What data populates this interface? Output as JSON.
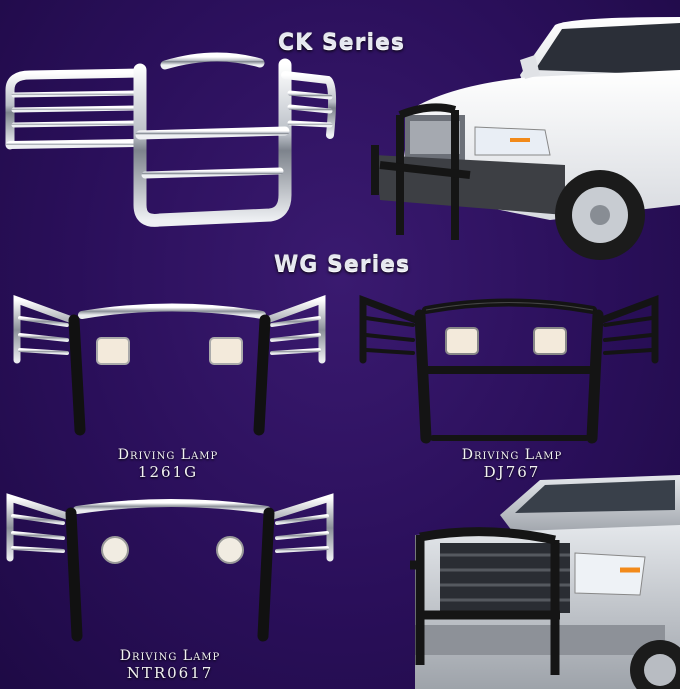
{
  "series": [
    {
      "label": "CK Series"
    },
    {
      "label": "WG Series"
    }
  ],
  "products": [
    {
      "name": "Driving Lamp",
      "code": "1261G"
    },
    {
      "name": "Driving Lamp",
      "code": "DJ767"
    },
    {
      "name": "Driving Lamp",
      "code": "NTR0617"
    }
  ],
  "colors": {
    "background": "#2a0f5a",
    "chrome": "#d8dce2",
    "black_guard": "#1a1a1a",
    "truck_white": "#f4f4f4",
    "truck_silver": "#b8bcc2"
  }
}
